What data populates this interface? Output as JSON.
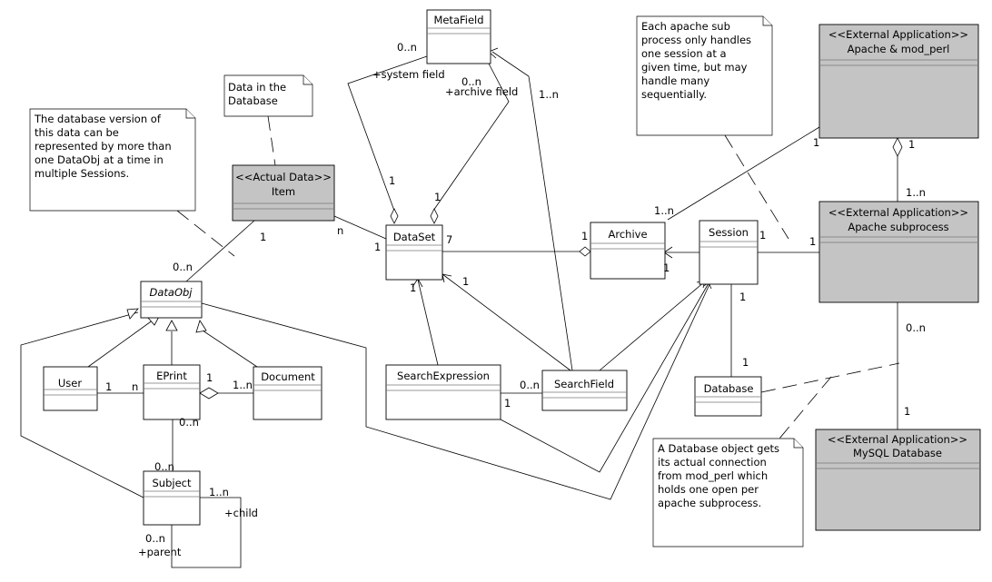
{
  "classes": {
    "metafield": {
      "name": "MetaField"
    },
    "item": {
      "stereotype": "<<Actual Data>>",
      "name": "Item"
    },
    "dataset": {
      "name": "DataSet"
    },
    "archive": {
      "name": "Archive"
    },
    "session": {
      "name": "Session"
    },
    "apache": {
      "stereotype": "<<External Application>>",
      "name": "Apache & mod_perl"
    },
    "apache_sub": {
      "stereotype": "<<External Application>>",
      "name": "Apache subprocess"
    },
    "mysql": {
      "stereotype": "<<External Application>>",
      "name": "MySQL Database"
    },
    "dataobj": {
      "name": "DataObj"
    },
    "user": {
      "name": "User"
    },
    "eprint": {
      "name": "EPrint"
    },
    "document": {
      "name": "Document"
    },
    "subject": {
      "name": "Subject"
    },
    "searchexpression": {
      "name": "SearchExpression"
    },
    "searchfield": {
      "name": "SearchField"
    },
    "database": {
      "name": "Database"
    }
  },
  "notes": {
    "data_in_db": [
      "Data in the",
      "Database"
    ],
    "db_version": [
      "The database version of",
      "this data can be",
      "represented by more than",
      "one DataObj at a time in",
      "multiple Sessions."
    ],
    "apache_sub": [
      "Each apache sub",
      "process only handles",
      "one session at a",
      "given time, but may",
      "handle many",
      "sequentially."
    ],
    "db_object": [
      "A Database object gets",
      "its actual connection",
      "from mod_perl which",
      "holds one open per",
      "apache subprocess."
    ]
  },
  "labels": {
    "mf_sys_mult": "0..n",
    "mf_sys_role": "+system field",
    "mf_arch_mult": "0..n",
    "mf_arch_role": "+archive field",
    "mf_sf_mult": "1..n",
    "ds_sys_mult": "1",
    "ds_arch_mult": "1",
    "item_dataobj_1": "1",
    "item_dataobj_n": "0..n",
    "item_ds_n": "n",
    "item_ds_1": "1",
    "ds_archive_7": "7",
    "ds_archive_1": "1",
    "archive_apache": "1..n",
    "apache_archive": "1",
    "session_archive": "1",
    "session_apachesub": "1",
    "apachesub_session": "1",
    "apache_apachesub_1": "1",
    "apache_apachesub_n": "1..n",
    "apachesub_mysql_n": "0..n",
    "apachesub_mysql_1": "1",
    "session_db_1a": "1",
    "session_db_1b": "1",
    "se_ds": "1",
    "sf_ds": "1",
    "se_sf_n": "0..n",
    "se_sf_1": "1",
    "user_eprint_1": "1",
    "user_eprint_n": "n",
    "eprint_doc_1": "1",
    "eprint_doc_n": "1..n",
    "eprint_subject_top": "0..n",
    "eprint_subject_bottom": "0..n",
    "subject_child_mult": "1..n",
    "subject_child_role": "+child",
    "subject_parent_mult": "0..n",
    "subject_parent_role": "+parent"
  }
}
